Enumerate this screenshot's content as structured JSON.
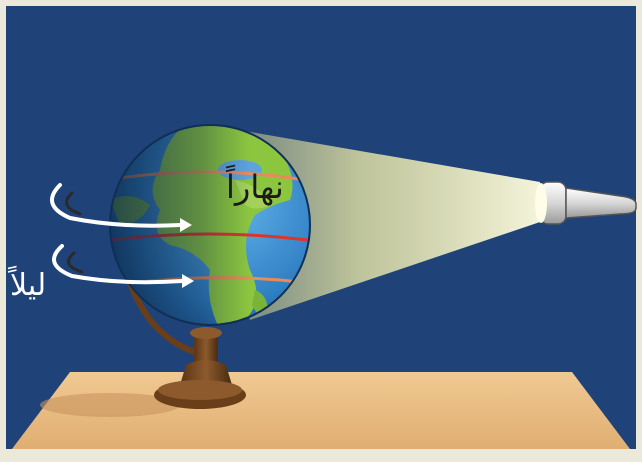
{
  "labels": {
    "day": "نهاراً",
    "night": "ليلاً"
  },
  "colors": {
    "background": "#1f4278",
    "frame": "#ece9da",
    "table": "#e8be86",
    "stand": "#7a4a22",
    "ocean": "#3a82c8",
    "land": "#8cc63f",
    "light_beam": "#f6f3b6",
    "equator": "#e0332a"
  },
  "icons": [
    "globe",
    "flashlight",
    "rotation-arrows",
    "stand"
  ]
}
